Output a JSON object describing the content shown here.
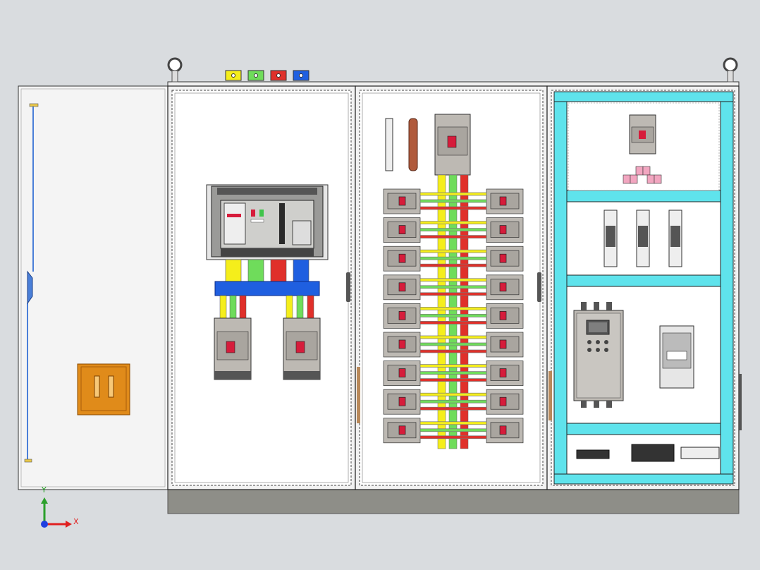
{
  "colors": {
    "background": "#d9dcdf",
    "cabinet_frame": "#f2f2f2",
    "cabinet_outline": "#2a2a2a",
    "plinth": "#8e8e88",
    "door_hinge_rod": "#4a7fd8",
    "door_handle": "#e08b1a",
    "phase_yellow": "#f5ee1b",
    "phase_green": "#6fdc5b",
    "phase_red": "#e0302a",
    "phase_blue": "#1f5fe0",
    "busbar_blue": "#1f5fe0",
    "breaker_body": "#bdb9b3",
    "breaker_dark": "#3a3a3a",
    "breaker_red": "#d61c3b",
    "mount_rail_cyan": "#5fe3ec",
    "copper": "#b05a3c",
    "terminal_pink": "#f2a6c0"
  },
  "icons": {
    "lifting_eye_left": "lifting-eye-icon",
    "lifting_eye_right": "lifting-eye-icon",
    "axis_triad": "axis-triad-icon"
  },
  "axis": {
    "x_label": "X",
    "y_label": "Y"
  },
  "layout_counts": {
    "mcb_rows_per_side": 9,
    "phase_markers": 4
  }
}
